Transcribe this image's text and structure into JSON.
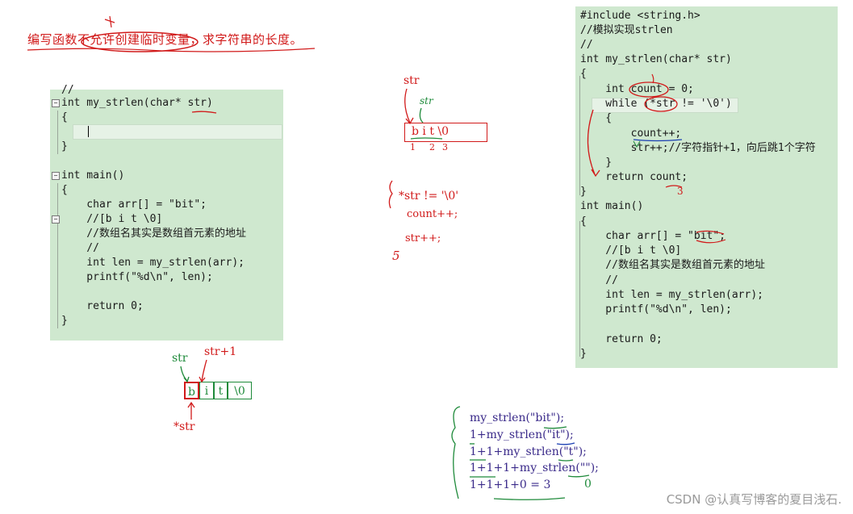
{
  "title_note": "编写函数不允许创建临时变量，求字符串的长度。",
  "left_code": {
    "lines": [
      "//",
      "int my_strlen(char* str)",
      "{",
      "",
      "}",
      "",
      "int main()",
      "{",
      "    char arr[] = \"bit\";",
      "    //[b i t \\0]",
      "    //数组名其实是数组首元素的地址",
      "    //",
      "    int len = my_strlen(arr);",
      "    printf(\"%d\\n\", len);",
      "",
      "    return 0;",
      "}"
    ]
  },
  "right_code": {
    "lines": [
      "#include <string.h>",
      "//模拟实现strlen",
      "//",
      "int my_strlen(char* str)",
      "{",
      "    int count = 0;",
      "    while (*str != '\\0')",
      "    {",
      "        count++;",
      "        str++;//字符指针+1，向后跳1个字符",
      "    }",
      "    return count;",
      "}",
      "int main()",
      "{",
      "    char arr[] = \"bit\";",
      "    //[b i t \\0]",
      "    //数组名其实是数组首元素的地址",
      "    //",
      "    int len = my_strlen(arr);",
      "    printf(\"%d\\n\", len);",
      "",
      "    return 0;",
      "}"
    ]
  },
  "bottom_diagram": {
    "label_str": "str",
    "label_str_plus1": "str+1",
    "label_deref": "*str",
    "cells": [
      "b",
      "i",
      "t",
      "\\0"
    ]
  },
  "middle_diagram": {
    "label_str": "str",
    "label_str_hand": "str",
    "cells_text": "b i t \\0",
    "indices": [
      "1",
      "2",
      "3"
    ]
  },
  "middle_notes": {
    "line1": "*str != '\\0'",
    "line2": "count++;",
    "line3": "str++;",
    "mark": "5"
  },
  "right_annotation": "3",
  "recursion": {
    "lines": [
      "my_strlen(\"bit\");",
      "1+my_strlen(\"it\");",
      "1+1+my_strlen(\"t\");",
      "1+1+1+my_strlen(\"\");",
      "1+1+1+0 = 3"
    ],
    "mark": "0"
  },
  "watermark": "CSDN @认真写博客的夏目浅石."
}
